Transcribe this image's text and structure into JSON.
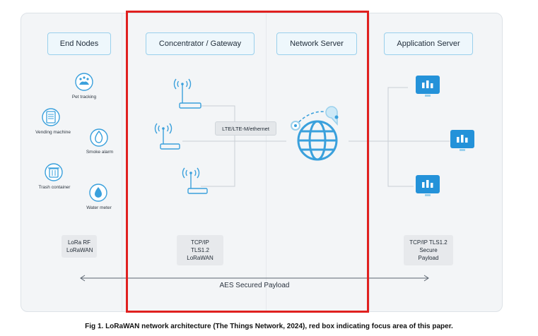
{
  "headers": {
    "end_nodes": "End Nodes",
    "gateway": "Concentrator / Gateway",
    "network_server": "Network Server",
    "application_server": "Application Server"
  },
  "end_nodes": [
    {
      "label": "Pet tracking",
      "icon": "pet-tracking-icon"
    },
    {
      "label": "Vending machine",
      "icon": "vending-machine-icon"
    },
    {
      "label": "Smoke alarm",
      "icon": "smoke-alarm-icon"
    },
    {
      "label": "Trash container",
      "icon": "trash-container-icon"
    },
    {
      "label": "Water meter",
      "icon": "water-meter-icon"
    }
  ],
  "backhaul_label": "LTE/LTE-M/ethernet",
  "protocols": {
    "end_nodes": "LoRa RF\nLoRaWAN",
    "gateway": "TCP/IP TLS1.2\nLoRaWAN",
    "application": "TCP/IP TLS1.2\nSecure Payload"
  },
  "security_label": "AES Secured Payload",
  "caption": "Fig 1. LoRaWAN network architecture (The Things Network, 2024), red box indicating focus area of this paper.",
  "colors": {
    "accent": "#3aa0dc",
    "highlight": "#e0201f",
    "panel": "#f3f5f7"
  }
}
